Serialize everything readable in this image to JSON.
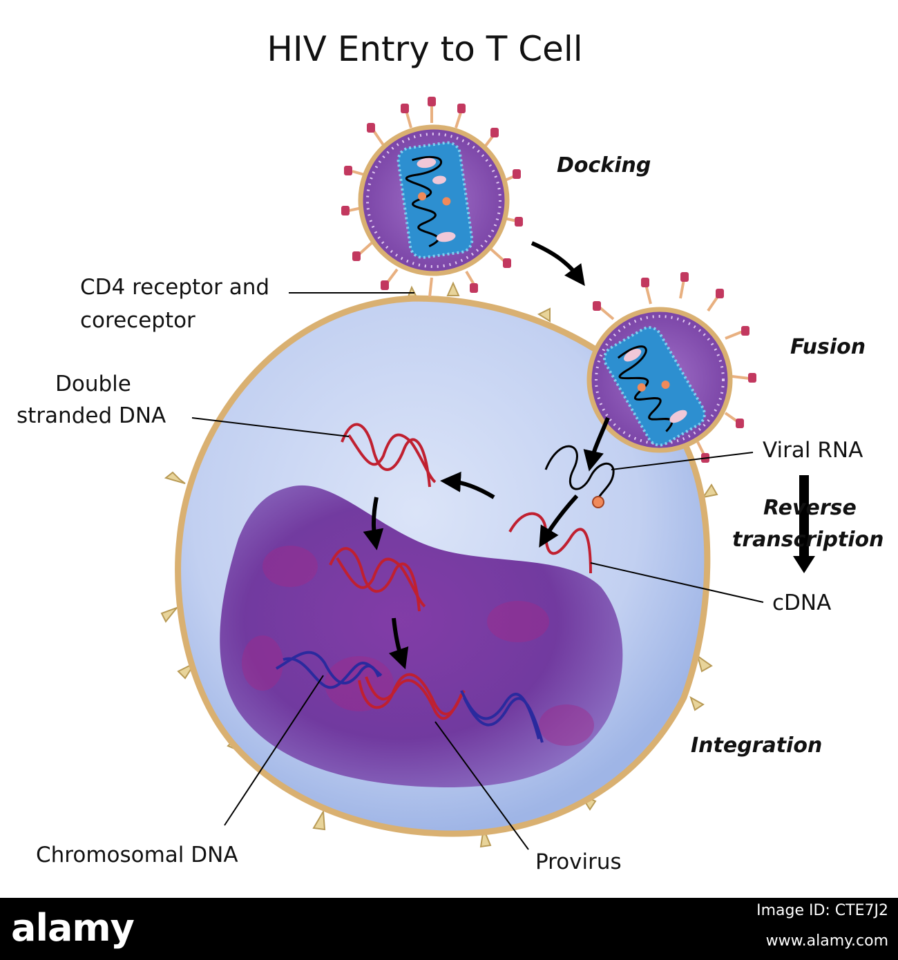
{
  "title": "HIV Entry to T Cell",
  "labels": {
    "cd4_line1": "CD4 receptor and",
    "cd4_line2": "coreceptor",
    "dsdna_line1": "Double",
    "dsdna_line2": "stranded DNA",
    "viral_rna": "Viral RNA",
    "cdna": "cDNA",
    "chromosomal_dna": "Chromosomal DNA",
    "provirus": "Provirus"
  },
  "stages": {
    "docking": "Docking",
    "fusion": "Fusion",
    "reverse_line1": "Reverse",
    "reverse_line2": "transcription",
    "integration": "Integration"
  },
  "footer": {
    "brand": "alamy",
    "image_id": "Image ID: CTE7J2",
    "url": "www.alamy.com"
  },
  "colors": {
    "membrane": "#d9b071",
    "cytoplasm": "#c3d1f2",
    "nucleus": "#6e2d9a",
    "virus_envelope": "#8e57b5",
    "capsid": "#2d8fd0",
    "viral_dna": "#c02030",
    "host_dna": "#2a2a9e",
    "spike": "#c2385f"
  }
}
